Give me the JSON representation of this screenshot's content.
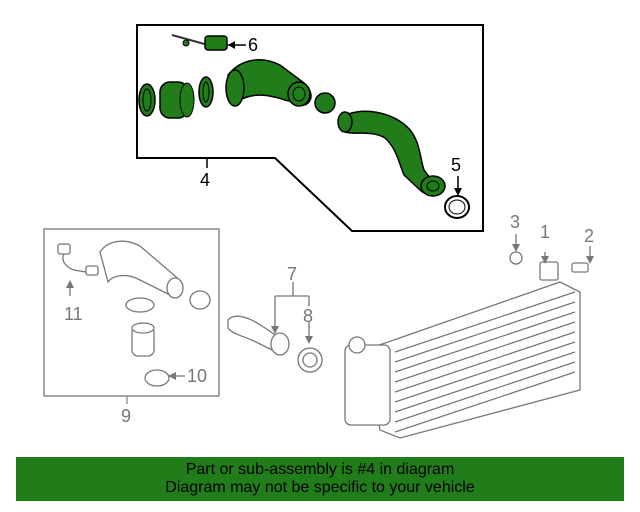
{
  "callouts": {
    "c1": "1",
    "c2": "2",
    "c3": "3",
    "c4": "4",
    "c5": "5",
    "c6": "6",
    "c7": "7",
    "c8": "8",
    "c9": "9",
    "c10": "10",
    "c11": "11"
  },
  "banner": {
    "line1": "Part or sub-assembly is #4 in diagram",
    "line2": "Diagram may not be specific to your vehicle"
  },
  "colors": {
    "highlight_part": "#217D1A",
    "banner_bg": "#217D1A",
    "outline": "#000000",
    "gray": "#777777"
  }
}
